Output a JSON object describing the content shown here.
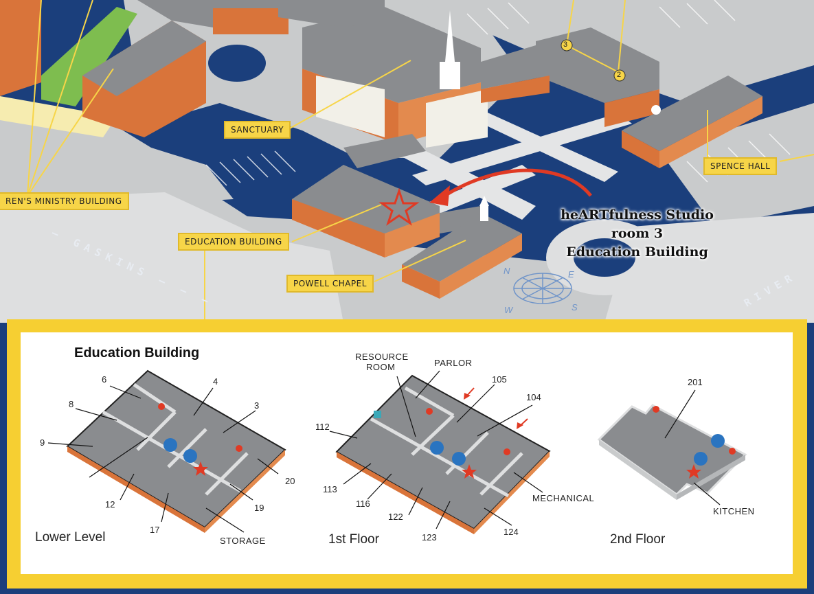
{
  "campus_map": {
    "labels": {
      "sanctuary": "SANCTUARY",
      "childrens_ministry": "REN'S MINISTRY BUILDING",
      "education_building": "EDUCATION BUILDING",
      "powell_chapel": "POWELL CHAPEL",
      "spence_hall": "SPENCE HALL"
    },
    "roads": {
      "gaskins": "— GASKINS — — —",
      "river": "RIVER"
    },
    "pins": [
      "3",
      "2"
    ],
    "compass": {
      "n": "N",
      "e": "E",
      "s": "S",
      "w": "W"
    },
    "callout": {
      "line1": "heARTfulness Studio",
      "line2": "room 3",
      "line3": "Education Building"
    },
    "colors": {
      "water": "#1b3f7c",
      "pavement": "#c9cbcc",
      "roof": "#8a8c8f",
      "brick": "#d9743a",
      "label": "#f7d548",
      "arrow": "#e03a24"
    }
  },
  "floor_plans": {
    "title": "Education Building",
    "levels": {
      "lower": {
        "name": "Lower Level",
        "rooms": [
          "6",
          "4",
          "8",
          "3",
          "9",
          "20",
          "12",
          "19",
          "17",
          "STORAGE"
        ]
      },
      "first": {
        "name": "1st Floor",
        "rooms": [
          "RESOURCE",
          "ROOM",
          "PARLOR",
          "105",
          "104",
          "112",
          "113",
          "116",
          "122",
          "123",
          "124",
          "MECHANICAL"
        ]
      },
      "second": {
        "name": "2nd Floor",
        "rooms": [
          "201",
          "KITCHEN"
        ]
      }
    }
  }
}
